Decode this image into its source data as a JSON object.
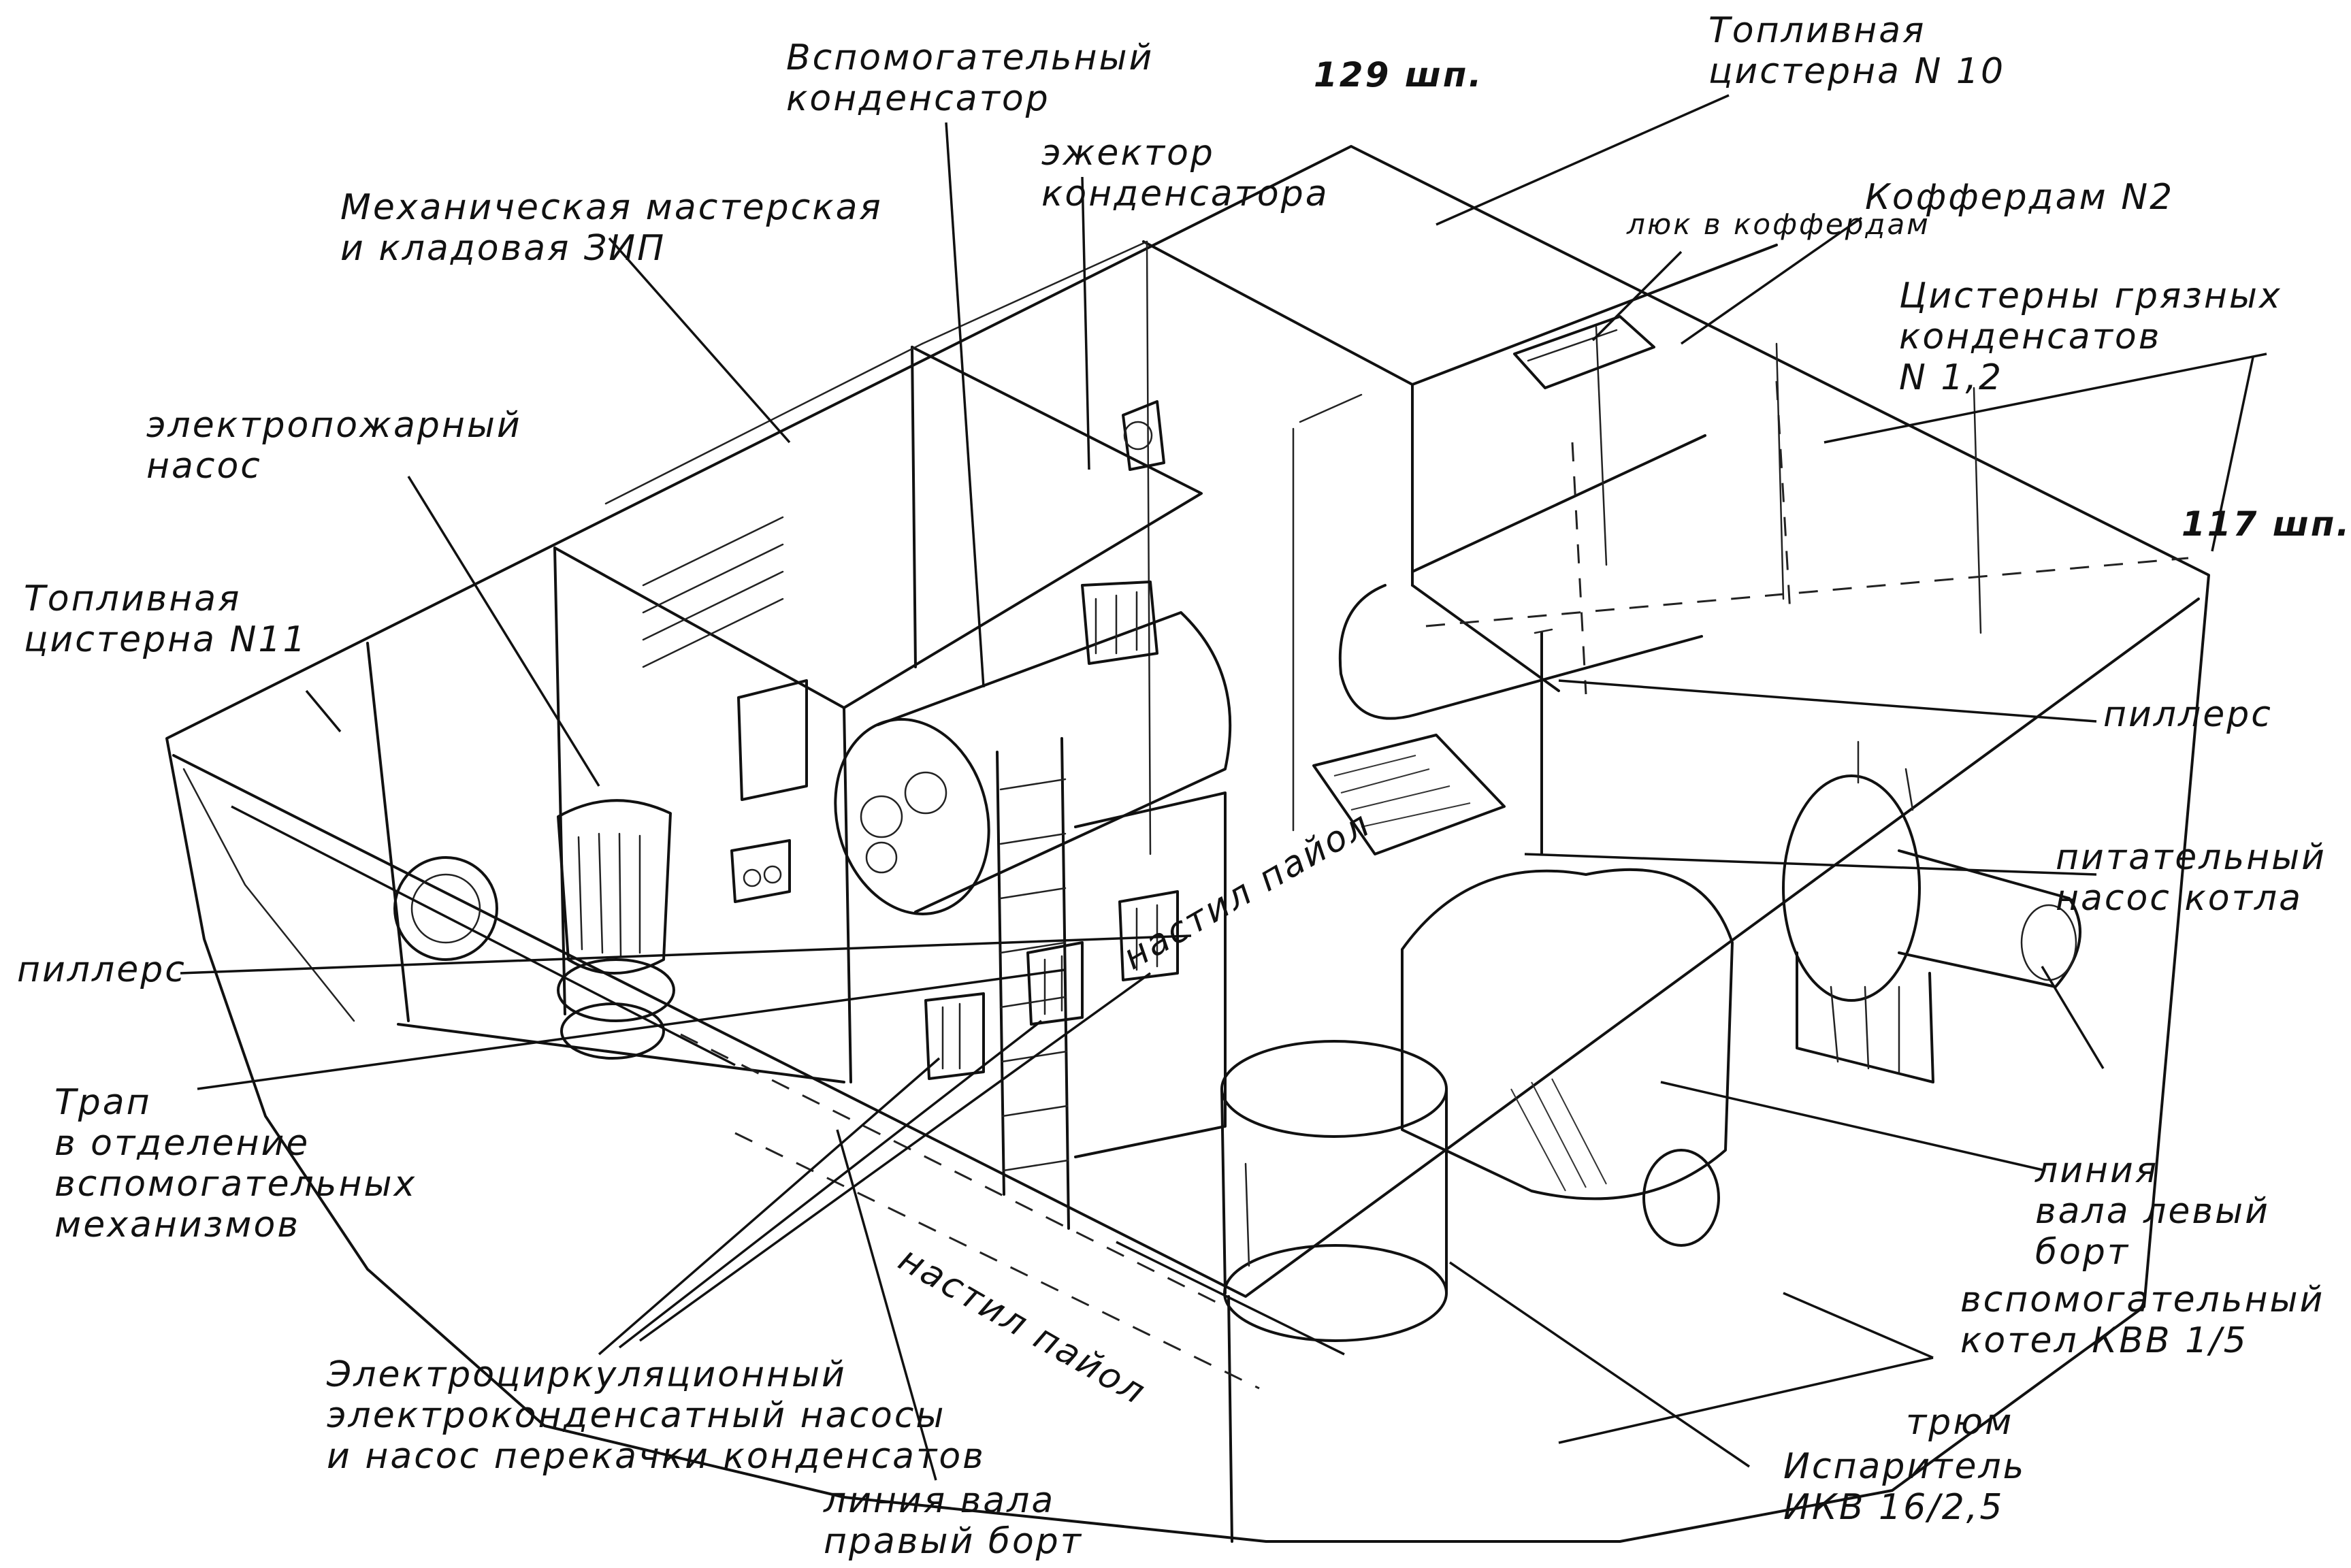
{
  "frame_labels": {
    "fr129": "129 шп.",
    "fr117": "117 шп."
  },
  "labels": {
    "aux_condenser": [
      "Вспомогательный",
      "конденсатор"
    ],
    "fuel_tank_10": [
      "Топливная",
      "цистерна N 10"
    ],
    "ejector": [
      "эжектор",
      "конденсатора"
    ],
    "workshop": [
      "Механическая мастерская",
      "и кладовая ЗИП"
    ],
    "cofferdam": [
      "Коффердам N2"
    ],
    "manhole": [
      "люк в коффердам"
    ],
    "dirty_condensate": [
      "Цистерны грязных",
      "конденсатов",
      "N 1,2"
    ],
    "fire_pump": [
      "электропожарный",
      "насос"
    ],
    "fuel_tank_11": [
      "Топливная",
      "цистерна N11"
    ],
    "piller_right": [
      "пиллерс"
    ],
    "feed_pump": [
      "питательный",
      "насос котла"
    ],
    "piller_left": [
      "пиллерс"
    ],
    "flooring_1": [
      "настил пайол"
    ],
    "ladder": [
      "Трап",
      "в отделение",
      "вспомогательных",
      "механизмов"
    ],
    "shaft_left": [
      "линия",
      "вала левый",
      "борт"
    ],
    "aux_boiler": [
      "вспомогательный",
      "котел КВВ 1/5"
    ],
    "flooring_2": [
      "настил пайол"
    ],
    "pumps": [
      "Электроциркуляционный",
      "электроконденсатный насосы",
      "и насос перекачки конденсатов"
    ],
    "bilge": [
      "трюм"
    ],
    "shaft_right": [
      "линия вала",
      "правый борт"
    ],
    "evaporator": [
      "Испаритель",
      "ИКВ 16/2,5"
    ]
  }
}
